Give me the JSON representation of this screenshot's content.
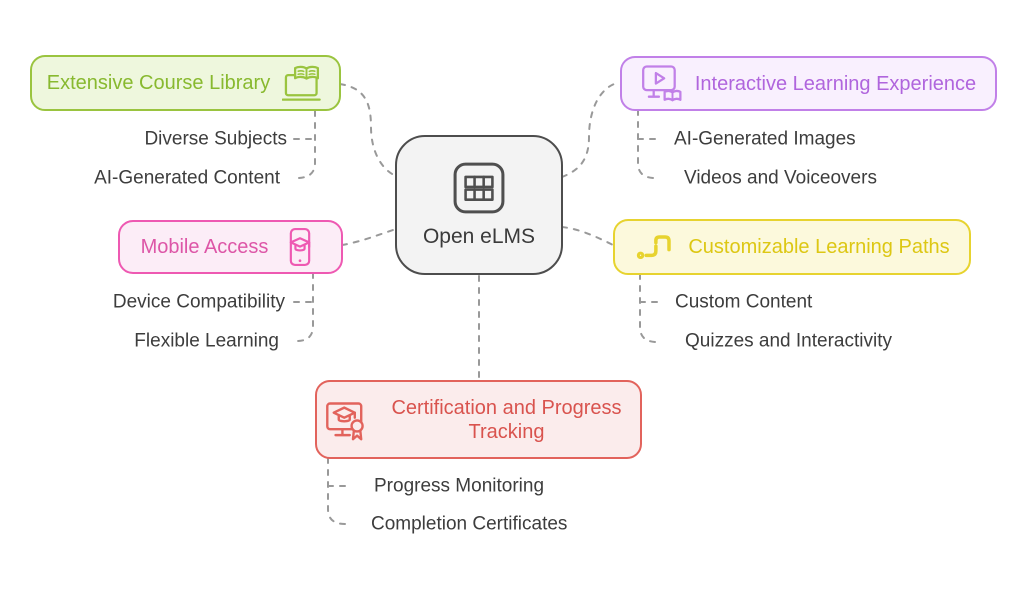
{
  "center_node": {
    "label": "Open eLMS",
    "icon": "grid-icon"
  },
  "branches": [
    {
      "label": "Extensive Course Library",
      "icon": "book-laptop-icon",
      "color": {
        "text": "#88b92f",
        "border": "#9ac43f",
        "fill": "#eef7dd"
      },
      "children": [
        "Diverse Subjects",
        "AI-Generated Content"
      ]
    },
    {
      "label": "Interactive Learning Experience",
      "icon": "video-book-icon",
      "color": {
        "text": "#b065dd",
        "border": "#c180e8",
        "fill": "#f9f0fe"
      },
      "children": [
        "AI-Generated Images",
        "Videos and Voiceovers"
      ]
    },
    {
      "label": "Mobile Access",
      "icon": "mobile-graduation-icon",
      "color": {
        "text": "#dd56a7",
        "border": "#ee59b2",
        "fill": "#fcedf7"
      },
      "children": [
        "Device Compatibility",
        "Flexible Learning"
      ]
    },
    {
      "label": "Customizable Learning Paths",
      "icon": "branching-path-icon",
      "color": {
        "text": "#ddc713",
        "border": "#e7d32f",
        "fill": "#fcf9dc"
      },
      "children": [
        "Custom Content",
        "Quizzes and Interactivity"
      ]
    },
    {
      "label": "Certification and Progress Tracking",
      "icon": "certificate-monitor-icon",
      "color": {
        "text": "#d9534e",
        "border": "#e2635c",
        "fill": "#fbecec"
      },
      "children": [
        "Progress Monitoring",
        "Completion Certificates"
      ]
    }
  ],
  "styles": {
    "background": "#ffffff",
    "connector_color": "#999999",
    "leaf_text_color": "#3d3d3d",
    "center_fill": "#f3f3f3",
    "center_border": "#4d4d4d",
    "center_text": "#3a3a3a"
  }
}
